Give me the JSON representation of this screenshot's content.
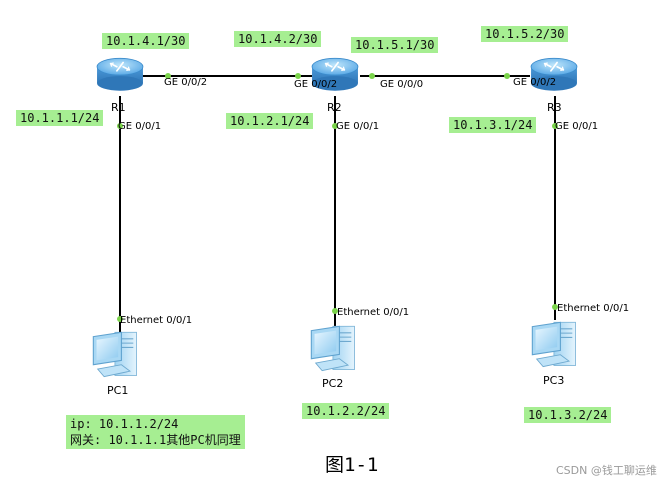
{
  "devices": {
    "r1": {
      "label": "R1",
      "color": "#5aa9e6"
    },
    "r2": {
      "label": "R2",
      "color": "#5aa9e6"
    },
    "r3": {
      "label": "R3",
      "color": "#5aa9e6"
    },
    "pc1": {
      "label": "PC1"
    },
    "pc2": {
      "label": "PC2"
    },
    "pc3": {
      "label": "PC3"
    }
  },
  "ports": {
    "r1_ge002": "GE 0/0/2",
    "r2_ge002": "GE 0/0/2",
    "r2_ge000": "GE 0/0/0",
    "r3_ge002": "GE 0/0/2",
    "r1_ge001": "GE 0/0/1",
    "r2_ge001": "GE 0/0/1",
    "r3_ge001": "GE 0/0/1",
    "pc1_eth": "Ethernet 0/0/1",
    "pc2_eth": "Ethernet 0/0/1",
    "pc3_eth": "Ethernet 0/0/1"
  },
  "addresses": {
    "r1_link": "10.1.4.1/30",
    "r2_link_left": "10.1.4.2/30",
    "r2_link_right": "10.1.5.1/30",
    "r3_link": "10.1.5.2/30",
    "r1_lan": "10.1.1.1/24",
    "r2_lan": "10.1.2.1/24",
    "r3_lan": "10.1.3.1/24",
    "pc2_ip": "10.1.2.2/24",
    "pc3_ip": "10.1.3.2/24"
  },
  "note": {
    "line1": "ip: 10.1.1.2/24",
    "line2": "网关: 10.1.1.1其他PC机同理"
  },
  "caption": "图1-1",
  "watermark": "CSDN @钱工聊运维",
  "colors": {
    "label_bg": "#a6ee92",
    "link": "#000000",
    "port_dot": "#7ad34a"
  }
}
